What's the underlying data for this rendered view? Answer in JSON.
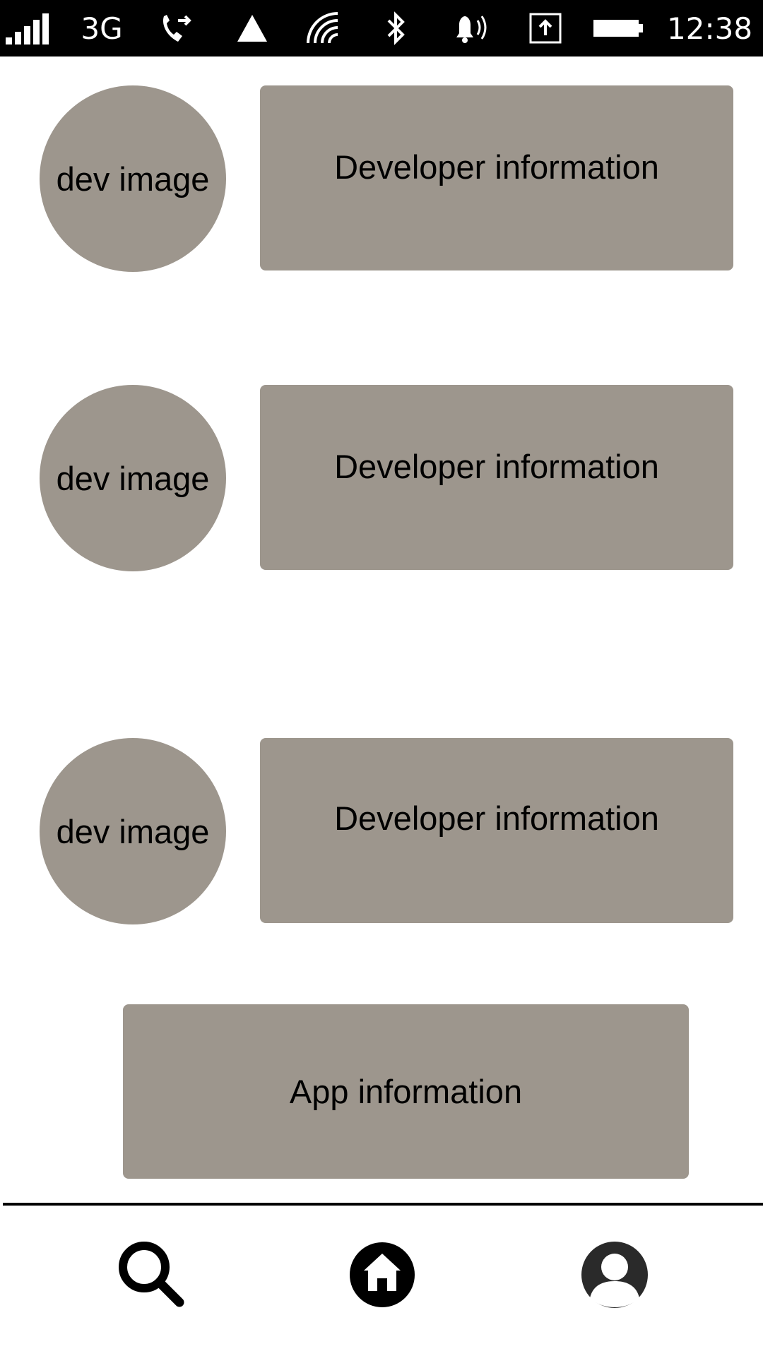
{
  "colors": {
    "status_bar_bg": "#000000",
    "placeholder_fill": "#9d968d",
    "text": "#000000",
    "background": "#ffffff"
  },
  "status_bar": {
    "network": "3G",
    "time": "12:38",
    "icons": [
      "signal-icon",
      "call-forwarding-icon",
      "warning-triangle-icon",
      "wifi-icon",
      "bluetooth-icon",
      "ringer-icon",
      "upload-icon",
      "battery-icon"
    ]
  },
  "developers": [
    {
      "image_label": "dev image",
      "info_label": "Developer information"
    },
    {
      "image_label": "dev image",
      "info_label": "Developer information"
    },
    {
      "image_label": "dev image",
      "info_label": "Developer information"
    }
  ],
  "app_info": {
    "label": "App information"
  },
  "bottom_nav": {
    "items": [
      "search-icon",
      "home-icon",
      "profile-icon"
    ]
  }
}
